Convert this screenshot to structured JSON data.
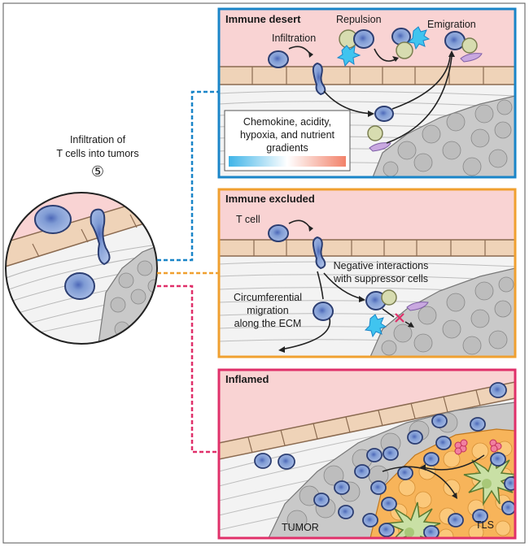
{
  "left": {
    "title_line1": "Infiltration of",
    "title_line2": "T cells into tumors",
    "step_number": "⑤"
  },
  "panels": {
    "desert": {
      "title": "Immune desert",
      "infiltration": "Infiltration",
      "repulsion": "Repulsion",
      "emigration": "Emigration",
      "gradient_line1": "Chemokine, acidity,",
      "gradient_line2": "hypoxia, and nutrient",
      "gradient_line3": "gradients",
      "color": "#1a85c8"
    },
    "excluded": {
      "title": "Immune excluded",
      "tcell": "T cell",
      "neg_line1": "Negative interactions",
      "neg_line2": "with suppressor cells",
      "circ_line1": "Circumferential",
      "circ_line2": "migration",
      "circ_line3": "along the ECM",
      "color": "#f0a030"
    },
    "inflamed": {
      "title": "Inflamed",
      "tumor": "TUMOR",
      "tls": "TLS",
      "color": "#e0306a"
    }
  },
  "colors": {
    "vessel_pink": "#f9d3d3",
    "endothelium": "#efd3b8",
    "tcell": "#7f9bd4",
    "tumor": "#c9c9c9",
    "tls": "#f7b45a"
  }
}
